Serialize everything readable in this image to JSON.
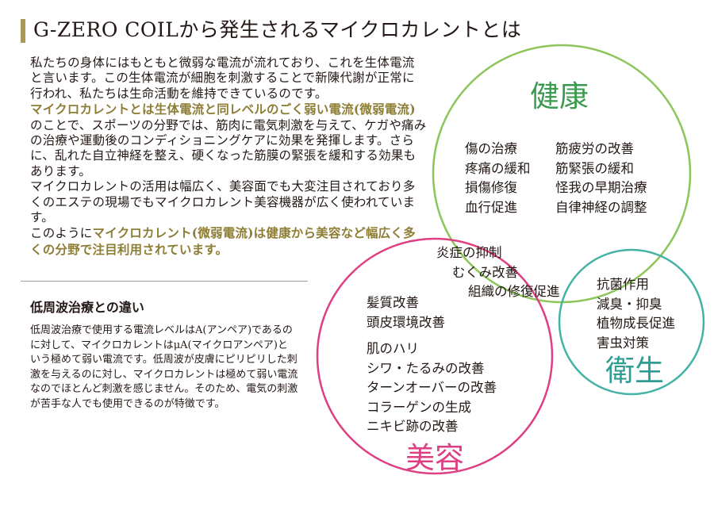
{
  "header": {
    "title": "G-ZERO COILから発生されるマイクロカレントとは"
  },
  "intro": {
    "p1": "私たちの身体にはもともと微弱な電流が流れており、これを生体電流と言います。この生体電流が細胞を刺激することで新陳代謝が正常に行われ、私たちは生命活動を維持できているのです。",
    "p2_highlight": "マイクロカレントとは生体電流と同レベルのごく弱い電流(微弱電流)",
    "p2_rest": "のことで、スポーツの分野では、筋肉に電気刺激を与えて、ケガや痛みの治療や運動後のコンディショニングケアに効果を発揮します。さらに、乱れた自立神経を整え、硬くなった筋膜の緊張を緩和する効果もあります。",
    "p3": "マイクロカレントの活用は幅広く、美容面でも大変注目されており多くのエステの現場でもマイクロカレント美容機器が広く使われています。",
    "p4_prefix": "このように",
    "p4_highlight": "マイクロカレント(微弱電流)は健康から美容など幅広く多くの分野で注目利用されています。"
  },
  "comparison": {
    "title": "低周波治療との違い",
    "body": "低周波治療で使用する電流レベルはA(アンペア)であるのに対して、マイクロカレントはμA(マイクロアンペア)と",
    "body2": "いう極めて弱い電流です。低周波が皮膚にピリピリした刺激を与えるのに対し、マイクロカレントは極めて弱い電流なのでほとんど刺激を感じません。そのため、電気の刺激が苦手な人でも使用できるのが特徴です。"
  },
  "venn": {
    "colors": {
      "health": "#8cc65a",
      "beauty": "#de3f83",
      "hygiene": "#45b2a6"
    },
    "health": {
      "label": "健康",
      "left_items": [
        "傷の治療",
        "疼痛の緩和",
        "損傷修復",
        "血行促進"
      ],
      "right_items": [
        "筋疲労の改善",
        "筋緊張の緩和",
        "怪我の早期治療",
        "自律神経の調整"
      ]
    },
    "overlap": {
      "items": [
        "炎症の抑制",
        "むくみ改善",
        "組織の修復促進"
      ]
    },
    "beauty": {
      "label": "美容",
      "items_a": [
        "髪質改善",
        "頭皮環境改善"
      ],
      "items_b": [
        "肌のハリ",
        "シワ・たるみの改善",
        "ターンオーバーの改善",
        "コラーゲンの生成",
        "ニキビ跡の改善"
      ]
    },
    "hygiene": {
      "label": "衛生",
      "items": [
        "抗菌作用",
        "減臭・抑臭",
        "植物成長促進",
        "害虫対策"
      ]
    }
  }
}
